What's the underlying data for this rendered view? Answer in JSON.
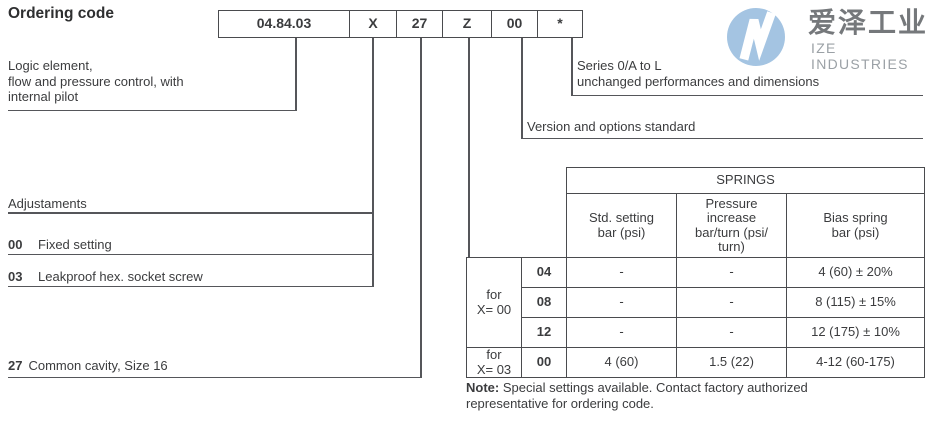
{
  "title": "Ordering code",
  "code_segments": [
    "04.84.03",
    "X",
    "27",
    "Z",
    "00",
    "*"
  ],
  "labels": {
    "product": "Logic element,\nflow and pressure control, with\ninternal pilot",
    "series": "Series 0/A to L\nunchanged performances and dimensions",
    "version": "Version and options standard",
    "adjustments_title": "Adjustaments",
    "adjustments": [
      {
        "code": "00",
        "label": "Fixed setting"
      },
      {
        "code": "03",
        "label": "Leakproof hex. socket screw"
      }
    ],
    "cavity": {
      "code": "27",
      "label": "Common cavity, Size 16"
    }
  },
  "springs_table": {
    "title": "SPRINGS",
    "columns": [
      "Std. setting\nbar (psi)",
      "Pressure\nincrease\nbar/turn (psi/\nturn)",
      "Bias spring\nbar (psi)"
    ],
    "groups": [
      {
        "label": "for\nX= 00",
        "rows": [
          {
            "code": "04",
            "std": "-",
            "increase": "-",
            "bias": "4 (60) ± 20%"
          },
          {
            "code": "08",
            "std": "-",
            "increase": "-",
            "bias": "8 (115) ± 15%"
          },
          {
            "code": "12",
            "std": "-",
            "increase": "-",
            "bias": "12 (175) ± 10%"
          }
        ]
      },
      {
        "label": "for\nX= 03",
        "rows": [
          {
            "code": "00",
            "std": "4 (60)",
            "increase": "1.5 (22)",
            "bias": "4-12 (60-175)"
          }
        ]
      }
    ]
  },
  "note": {
    "prefix": "Note:",
    "text": " Special settings available. Contact factory authorized\nrepresentative for ordering code."
  },
  "logo": {
    "chinese": "爱泽工业",
    "english": "IZE INDUSTRIES",
    "circle_color": "#a4c4e2"
  }
}
